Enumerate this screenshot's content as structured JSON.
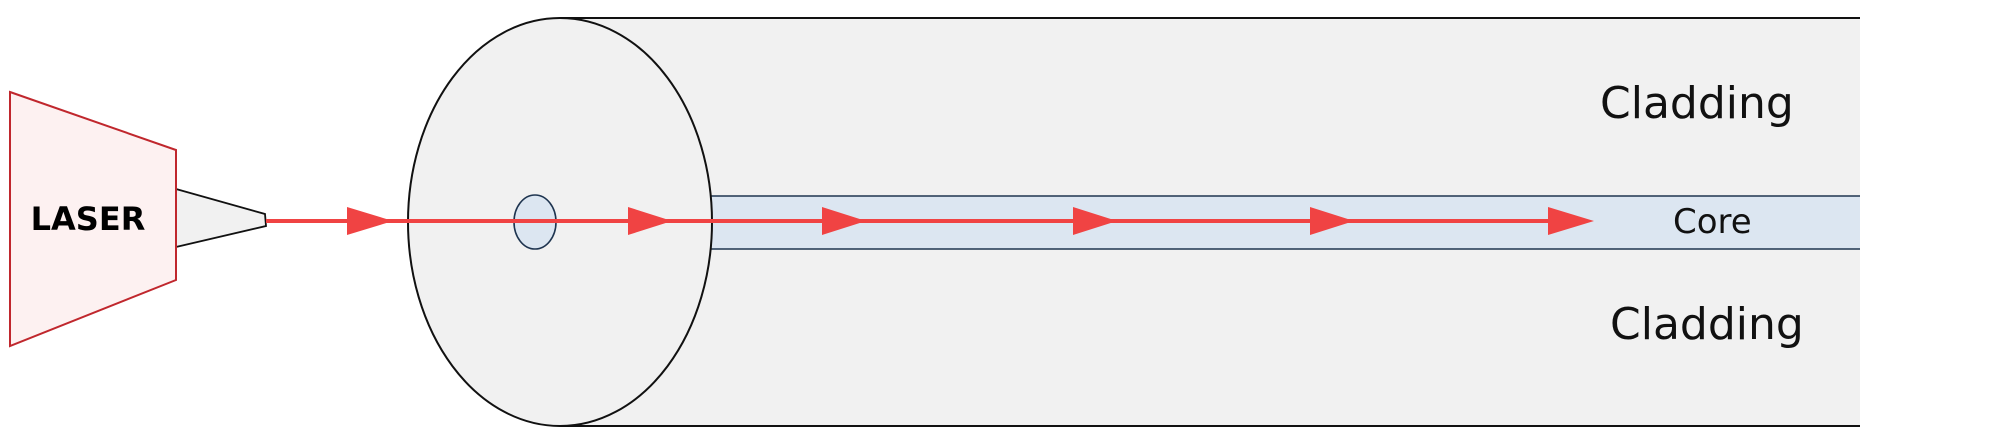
{
  "labels": {
    "laser": "LASER",
    "cladding_top": "Cladding",
    "core": "Core",
    "cladding_bottom": "Cladding"
  },
  "colors": {
    "cladding_fill": "#f1f1f1",
    "core_fill": "#dce6f1",
    "beam": "#f04343",
    "laser_fill": "#fdf1f1",
    "laser_stroke": "#c0272d",
    "outline": "#111111",
    "core_outline": "#1f3550"
  }
}
